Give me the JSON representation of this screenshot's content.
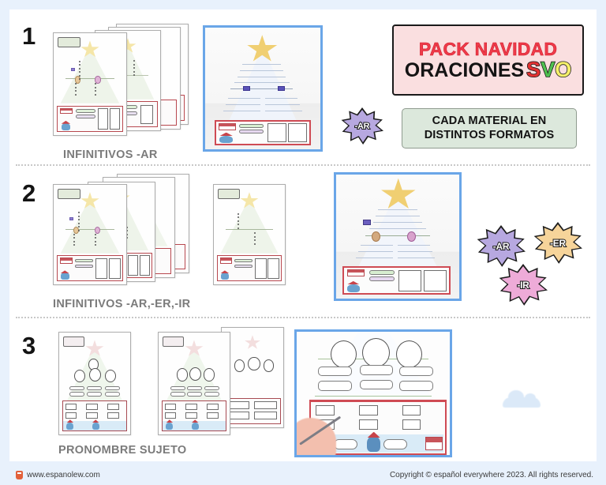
{
  "page": {
    "background_color": "#e8f1fc",
    "canvas_color": "#ffffff"
  },
  "title_block": {
    "line1": "PACK NAVIDAD",
    "line2_word": "ORACIONES",
    "line2_acronym": [
      "S",
      "V",
      "O"
    ],
    "box_bg": "#fadfe0",
    "box_border": "#1a1a1a",
    "line1_color": "#ef3b4a",
    "acronym_colors": [
      "#e33232",
      "#4fc04f",
      "#f5f06a"
    ]
  },
  "subtitle_block": {
    "line1": "CADA MATERIAL EN",
    "line2": "DISTINTOS FORMATOS",
    "box_bg": "#dce8dc",
    "box_border": "#8f9b8f"
  },
  "sections": [
    {
      "number": "1",
      "label": "INFINITIVOS -AR",
      "badges": [
        {
          "text": "-AR",
          "color": "#b7a8e0"
        }
      ]
    },
    {
      "number": "2",
      "label": "INFINITIVOS -AR,-ER,-IR",
      "badges": [
        {
          "text": "-AR",
          "color": "#b7a8e0"
        },
        {
          "text": "-ER",
          "color": "#f6d49a"
        },
        {
          "text": "-IR",
          "color": "#eeabd8"
        }
      ]
    },
    {
      "number": "3",
      "label": "PRONOMBRE SUJETO",
      "badges": []
    }
  ],
  "photos": [
    {
      "name": "photo-infinitivos-ar",
      "border_color": "#6aa6e8"
    },
    {
      "name": "photo-infinitivos-ar-er-ir",
      "border_color": "#6aa6e8"
    },
    {
      "name": "photo-pronombre-sujeto",
      "border_color": "#6aa6e8"
    }
  ],
  "footer": {
    "url": "www.espanolew.com",
    "copyright": "Copyright © español everywhere 2023. All rights reserved.",
    "icon": "bookmark-icon"
  }
}
